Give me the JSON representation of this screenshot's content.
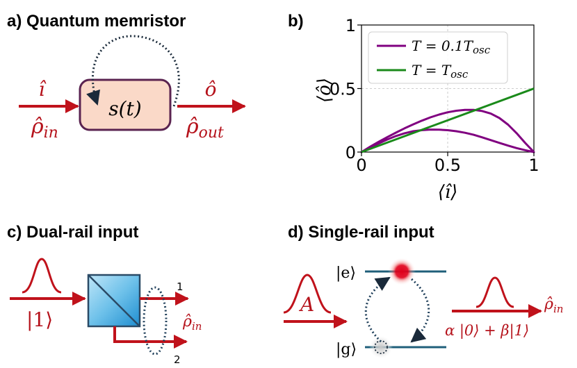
{
  "panel_a": {
    "heading": "a) Quantum memristor",
    "input_op": "ı̂",
    "input_state_base": "ρ̂",
    "input_state_sub": "in",
    "box_label": "s(t)",
    "output_op": "ô",
    "output_state_base": "ρ̂",
    "output_state_sub": "out"
  },
  "panel_b": {
    "heading": "b)",
    "ylabel": "⟨ô⟩",
    "xlabel": "⟨ı̂⟩",
    "legend_1_prefix": "T = 0.1T",
    "legend_1_sub": "osc",
    "legend_2_prefix": "T = T",
    "legend_2_sub": "osc"
  },
  "chart_data": {
    "type": "line",
    "xlim": [
      0,
      1
    ],
    "ylim": [
      0,
      1
    ],
    "xticks": [
      "0",
      "0.5",
      "1"
    ],
    "yticks": [
      "0",
      "0.5",
      "1"
    ],
    "grid": true,
    "legend_placement": "top-left",
    "series": [
      {
        "name": "T = 0.1T_osc",
        "color": "#800080",
        "x": [
          0.0,
          0.05,
          0.1,
          0.15,
          0.2,
          0.25,
          0.3,
          0.35,
          0.4,
          0.45,
          0.5,
          0.55,
          0.6,
          0.65,
          0.7,
          0.75,
          0.8,
          0.85,
          0.9,
          0.95,
          1.0
        ],
        "y_upper": [
          0.0,
          0.042,
          0.081,
          0.118,
          0.153,
          0.187,
          0.218,
          0.247,
          0.273,
          0.295,
          0.313,
          0.325,
          0.332,
          0.332,
          0.323,
          0.303,
          0.268,
          0.216,
          0.148,
          0.071,
          0.0
        ],
        "y_lower": [
          0.0,
          0.035,
          0.068,
          0.099,
          0.126,
          0.148,
          0.164,
          0.172,
          0.177,
          0.176,
          0.172,
          0.164,
          0.152,
          0.136,
          0.116,
          0.094,
          0.072,
          0.051,
          0.031,
          0.015,
          0.0
        ]
      },
      {
        "name": "T = T_osc",
        "color": "#1a8a1a",
        "x": [
          0,
          1
        ],
        "y": [
          0,
          0.5
        ]
      }
    ]
  },
  "panel_c": {
    "heading": "c) Dual-rail input",
    "input_state": "|1⟩",
    "port_1": "1",
    "port_2": "2",
    "output_state_base": "ρ̂",
    "output_state_sub": "in"
  },
  "panel_d": {
    "heading": "d) Single-rail input",
    "pulse_label": "A",
    "excited_state": "|e⟩",
    "ground_state": "|g⟩",
    "output_state": "α |0⟩ + β|1⟩",
    "output_op_base": "ρ̂",
    "output_op_sub": "in"
  },
  "colors": {
    "arrow_red": "#c0121b",
    "text_red": "#b5121b",
    "box_fill": "#fad9c8",
    "box_stroke": "#5a2350",
    "teal": "#1f5f7a",
    "purple": "#800080",
    "green": "#1a8a1a"
  }
}
